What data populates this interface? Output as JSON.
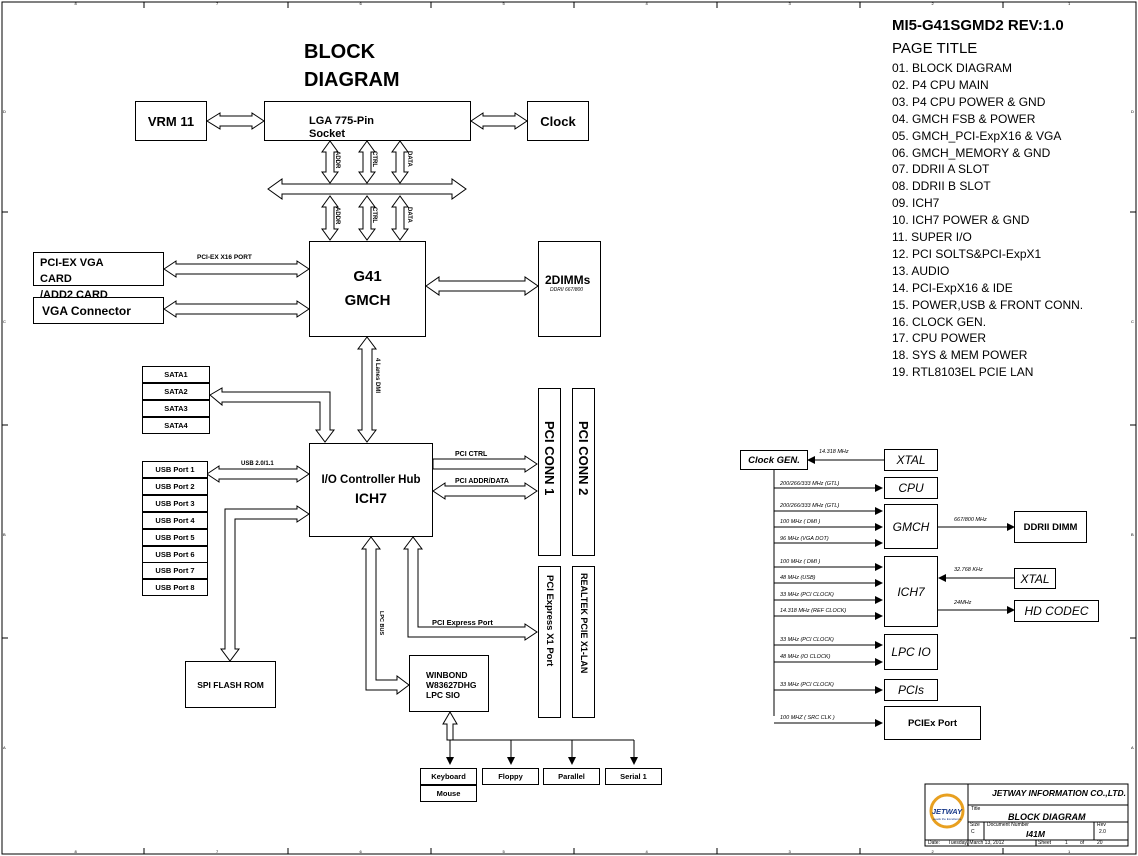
{
  "header": {
    "doc_id": "MI5-G41SGMD2 REV:1.0",
    "page_title_heading": "PAGE  TITLE",
    "block_diagram_title": [
      "BLOCK",
      "DIAGRAM"
    ],
    "pages": [
      "01. BLOCK DIAGRAM",
      "02. P4 CPU MAIN",
      "03. P4 CPU POWER & GND",
      "04. GMCH FSB & POWER",
      "05. GMCH_PCI-ExpX16 & VGA",
      "06. GMCH_MEMORY & GND",
      "07. DDRII A SLOT",
      "08. DDRII B SLOT",
      "09. ICH7",
      "10. ICH7 POWER & GND",
      "11. SUPER I/O",
      "12. PCI SOLTS&PCI-ExpX1",
      "13. AUDIO",
      "14. PCI-ExpX16 & IDE",
      "15. POWER,USB & FRONT CONN.",
      "16. CLOCK GEN.",
      "17. CPU POWER",
      "18. SYS & MEM POWER",
      "19. RTL8103EL PCIE LAN"
    ]
  },
  "blocks": {
    "vrm": "VRM 11",
    "cpu_socket": [
      "LGA 775-Pin",
      "Socket"
    ],
    "clock": "Clock",
    "gmch": [
      "G41",
      "GMCH"
    ],
    "dimms": "2DIMMs",
    "dimms_sub": "DDRII 667/800",
    "pciex_vga": [
      "PCI-EX VGA",
      "CARD",
      "/ADD2 CARD"
    ],
    "vga_conn": "VGA Connector",
    "ich": [
      "I/O Controller Hub",
      "ICH7"
    ],
    "pci_conn1": "PCI CONN 1",
    "pci_conn2": "PCI CONN 2",
    "pcie_x1": "PCI Express X1 Port",
    "realtek": "REALTEK PCIE X1-LAN",
    "winbond": [
      "WINBOND",
      "W83627DHG",
      "LPC SIO"
    ],
    "spi": "SPI FLASH ROM",
    "sata": [
      "SATA1",
      "SATA2",
      "SATA3",
      "SATA4"
    ],
    "usb": [
      "USB Port 1",
      "USB Port 2",
      "USB Port 3",
      "USB Port 4",
      "USB Port 5",
      "USB Port 6",
      "USB Port 7",
      "USB Port 8"
    ],
    "sio_devices": [
      "Keyboard",
      "Floppy",
      "Parallel",
      "Serial 1"
    ],
    "mouse": "Mouse"
  },
  "bus_labels": {
    "addr": "ADDR",
    "ctrl": "CTRL",
    "data": "DATA",
    "pciex16": "PCI-EX X16 PORT",
    "dmi": "4 Lanes DMI",
    "usb": "USB 2.0/1.1",
    "pci_ctrl": "PCI CTRL",
    "pci_addr": "PCI ADDR/DATA",
    "pcie_port": "PCI Express  Port",
    "lpc": "LPC BUS"
  },
  "clock_tree": {
    "clock_gen": "Clock GEN.",
    "xtal": "XTAL",
    "xtal_freq": "14.318 MHz",
    "cpu": "CPU",
    "gmch": "GMCH",
    "ddr": "DDRII DIMM",
    "ddr_freq": "667/800 MHz",
    "ich": "ICH7",
    "xtal2": "XTAL",
    "xtal2_freq": "32.768 KHz",
    "hd_codec": "HD CODEC",
    "hd_freq": "24MHz",
    "lpcio": "LPC IO",
    "pcis": "PCIs",
    "pciex": "PCIEx Port",
    "signals": [
      "200/266/333 MHz (GTL)",
      "200/266/333 MHz (GTL)",
      "100 MHz ( DMI )",
      "96 MHz (VGA DOT)",
      "100 MHz ( DMI )",
      "48 MHz (USB)",
      "33 MHz (PCI CLOCK)",
      "14.318 MHz (REF CLOCK)",
      "33 MHz (PCI CLOCK)",
      "48 MHz (IO CLOCK)",
      "33 MHz (PCI CLOCK)",
      "100 MHZ ( SRC CLK )"
    ]
  },
  "title_block": {
    "company": "JETWAY INFORMATION CO.,LTD.",
    "logo_text": "JETWAY",
    "title_label": "Title",
    "title": "BLOCK DIAGRAM",
    "size_label": "Size",
    "size": "C",
    "docnum_label": "Document Number",
    "docnum": "I41M",
    "rev_label": "Rev",
    "rev": "2.0",
    "date_label": "Date:",
    "date": "Tuesday, March 13, 2012",
    "sheet_label": "Sheet",
    "sheet": "1",
    "of_label": "of",
    "total": "20"
  },
  "border": {
    "col_marks": [
      "8",
      "7",
      "6",
      "5",
      "4",
      "3",
      "2",
      "1"
    ],
    "row_marks": [
      "D",
      "C",
      "B",
      "A"
    ]
  }
}
